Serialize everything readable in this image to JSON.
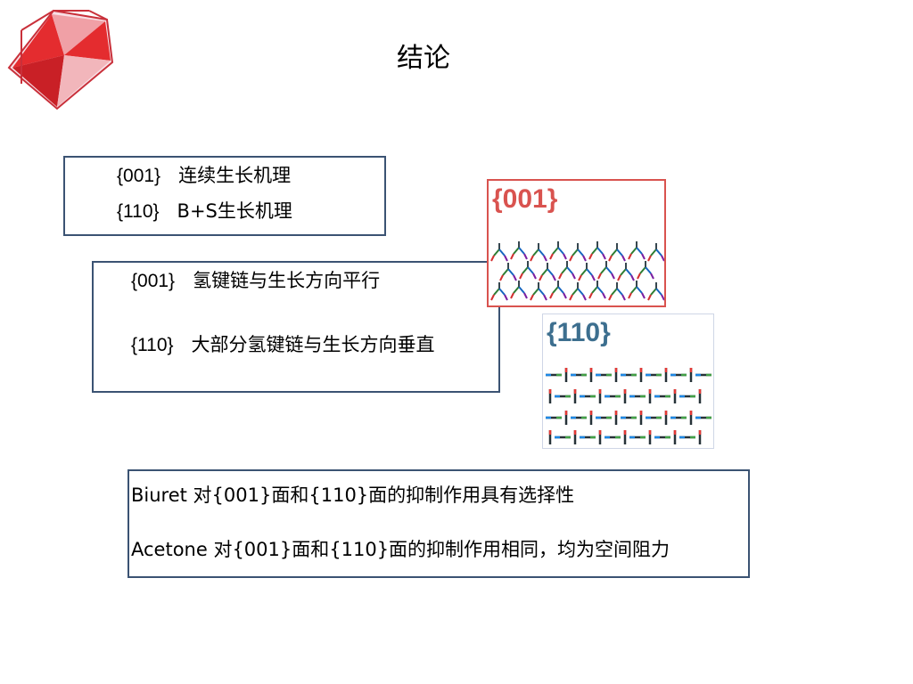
{
  "slide": {
    "title": "结论"
  },
  "box1": {
    "lines": [
      {
        "code": "{001}",
        "text": "连续生长机理"
      },
      {
        "code": "{110}",
        "text": "B+S生长机理"
      }
    ]
  },
  "box2": {
    "lines": [
      {
        "code": "{001}",
        "text": "氢键链与生长方向平行"
      },
      {
        "code": "{110}",
        "text": "大部分氢键链与生长方向垂直"
      }
    ]
  },
  "box3": {
    "lines": [
      {
        "text": "Biuret  对{001}面和{110}面的抑制作用具有选择性"
      },
      {
        "text": "Acetone 对{001}面和{110}面的抑制作用相同，均为空间阻力"
      }
    ]
  },
  "figures": {
    "face_001_label": "{001}",
    "face_110_label": "{110}"
  },
  "colors": {
    "box_border": "#3b5373",
    "label_001": "#d9534f",
    "label_110": "#3d6f8f",
    "logo_red": "#e02a2a"
  },
  "icons": {
    "logo": "red-crystal-cube-icon"
  }
}
